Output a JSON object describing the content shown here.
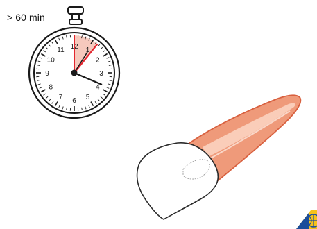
{
  "diagram": {
    "time_label": "> 60 min",
    "clock": {
      "numerals": [
        "12",
        "1",
        "2",
        "3",
        "4",
        "5",
        "6",
        "7",
        "8",
        "9",
        "10",
        "11"
      ],
      "colors": {
        "face": "#ffffff",
        "outline": "#1a1a1a",
        "sector": "#f6c9bd",
        "hand_red": "#e3262f",
        "hand": "#1a1a1a"
      }
    },
    "tooth": {
      "colors": {
        "root_fill": "#ef9a7a",
        "root_outline": "#d8603f",
        "root_highlight": "#fbd6c4",
        "crown_fill": "#ffffff",
        "crown_outline": "#2a2a2a"
      }
    },
    "logo": {
      "icon": "globe-logo-icon",
      "colors": {
        "yellow": "#f7c21b",
        "blue": "#1b4d9b"
      }
    }
  }
}
